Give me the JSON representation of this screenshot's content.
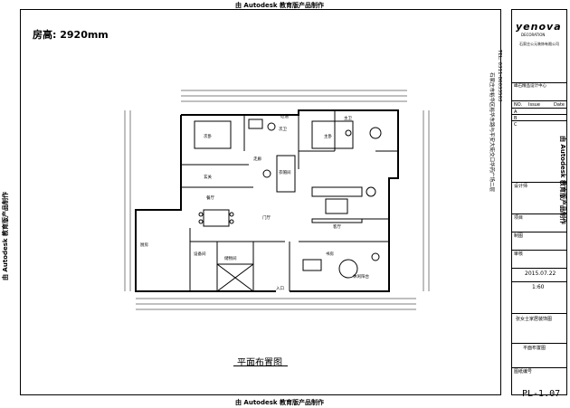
{
  "watermark": {
    "top": "由 Autodesk 教育版产品制作",
    "bottom": "由 Autodesk 教育版产品制作",
    "left": "由 Autodesk 教育版产品制作",
    "right": "由 Autodesk 教育版产品制作"
  },
  "ceiling_height": "房高: 2920mm",
  "drawing_title": "平面布置图",
  "sheet_number": "PL-1.07",
  "company": {
    "logo": "yenova",
    "logo_sub": "DECORATION",
    "name": "石家庄公元装饰有限公司"
  },
  "address_vertical": "石家庄市裕华区裕华东路与平安大街交口华药广场二层",
  "tel": "TEL: 0311-86033503",
  "title_block": {
    "design_center": "峰石精品设计中心",
    "issue_no": "NO.",
    "issue_label": "Issue",
    "issue_date_label": "Date",
    "rev_a": "A",
    "rev_b": "B",
    "rev_c": "C",
    "designer_label": "设计师",
    "designer_value": "",
    "project_label": "项目",
    "drawn_label": "制图",
    "approved_label": "审核",
    "date": "2015.07.22",
    "scale": "1:60",
    "project_name": "张女士家居装饰图",
    "drawing_name": "平面布置图",
    "drawing_no_label": "图纸编号",
    "drawing_no": "PL-1.07"
  },
  "rooms": {
    "bedroom2": "次卧",
    "master": "主卧",
    "bath1": "次卫",
    "bath2": "主卫",
    "hall": "过道",
    "corridor": "走廊",
    "entry_closet": "玄关",
    "cloak": "衣帽间",
    "kitchen": "厨房",
    "dining": "餐厅",
    "living": "客厅",
    "foyer": "门厅",
    "study": "书房",
    "balcony": "休闲阳台",
    "utility": "设备间",
    "store": "储物间",
    "entrance": "入口"
  }
}
